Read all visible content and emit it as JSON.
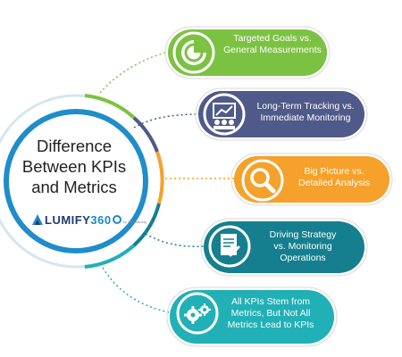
{
  "center": {
    "title": "Difference\nBetween KPIs\nand Metrics",
    "logo_text": "LUMIFY",
    "logo_number": "360",
    "logo_sub": "by 360Training"
  },
  "items": [
    {
      "label": "Targeted Goals vs.\nGeneral Measurements",
      "color": "#7cc242",
      "icon": "pie-chart-icon"
    },
    {
      "label": "Long-Term Tracking vs.\nImmediate Monitoring",
      "color": "#4f5a8a",
      "icon": "team-growth-icon"
    },
    {
      "label": "Big Picture vs.\nDetailed Analysis",
      "color": "#f6a12b",
      "icon": "magnifier-icon"
    },
    {
      "label": "Driving Strategy\nvs. Monitoring\nOperations",
      "color": "#157f90",
      "icon": "document-edit-icon"
    },
    {
      "label": "All KPIs Stem from\nMetrics, But Not All\nMetrics Lead to KPIs",
      "color": "#21b0b5",
      "icon": "gears-icon"
    }
  ],
  "ring_colors": {
    "main": "#1f8dc9",
    "light": "#cfe3ee"
  }
}
